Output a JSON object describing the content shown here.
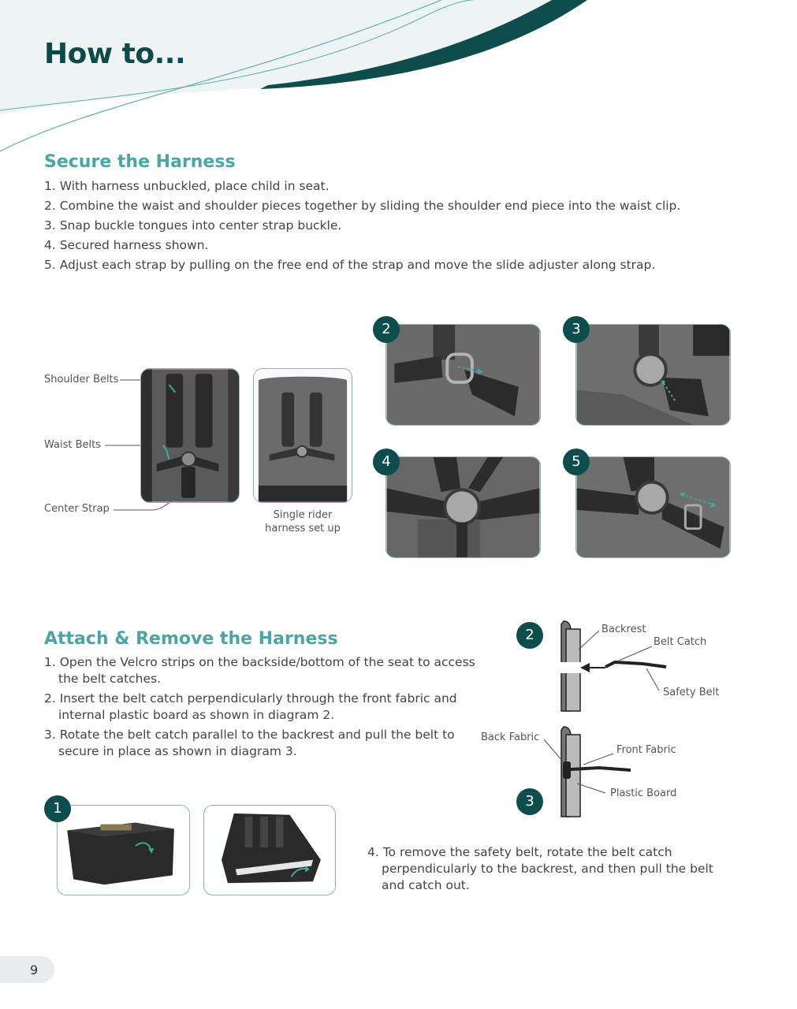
{
  "header": {
    "title": "How to..."
  },
  "colors": {
    "dark_teal": "#0d4d4d",
    "teal_heading": "#4aa6a6",
    "photo_border": "#7fbcb6",
    "arrow": "#3aa9a0"
  },
  "secure": {
    "title": "Secure the Harness",
    "steps": [
      "1. With harness unbuckled, place child in seat.",
      "2. Combine the waist and shoulder pieces together by sliding the shoulder end piece into the waist clip.",
      "3. Snap buckle tongues into center strap buckle.",
      "4. Secured harness shown.",
      "5. Adjust each strap by pulling on the free end of the strap and move the slide adjuster along strap."
    ],
    "callouts": {
      "shoulder": "Shoulder Belts",
      "waist": "Waist Belts",
      "center": "Center Strap"
    },
    "single_caption_1": "Single rider",
    "single_caption_2": "harness set up",
    "photo_numbers": [
      "2",
      "3",
      "4",
      "5"
    ]
  },
  "attach": {
    "title": "Attach & Remove the Harness",
    "step1_a": "1. Open the Velcro strips on the backside/bottom of the seat to access",
    "step1_b": "the belt catches.",
    "step2_a": "2. Insert the belt catch perpendicularly through the front fabric and",
    "step2_b": "internal plastic board as shown in diagram 2.",
    "step3_a": "3. Rotate the belt catch parallel to the backrest and pull the belt to",
    "step3_b": "secure in place as shown in diagram 3.",
    "step4": "4. To remove the safety belt, rotate the belt catch perpendicularly to the backrest, and then pull the belt and catch out.",
    "photo_number": "1",
    "diagram": {
      "num_top": "2",
      "num_bottom": "3",
      "backrest": "Backrest",
      "belt_catch": "Belt Catch",
      "safety_belt": "Safety Belt",
      "back_fabric": "Back Fabric",
      "front_fabric": "Front Fabric",
      "plastic_board": "Plastic Board"
    }
  },
  "footer": {
    "page_number": "9"
  }
}
